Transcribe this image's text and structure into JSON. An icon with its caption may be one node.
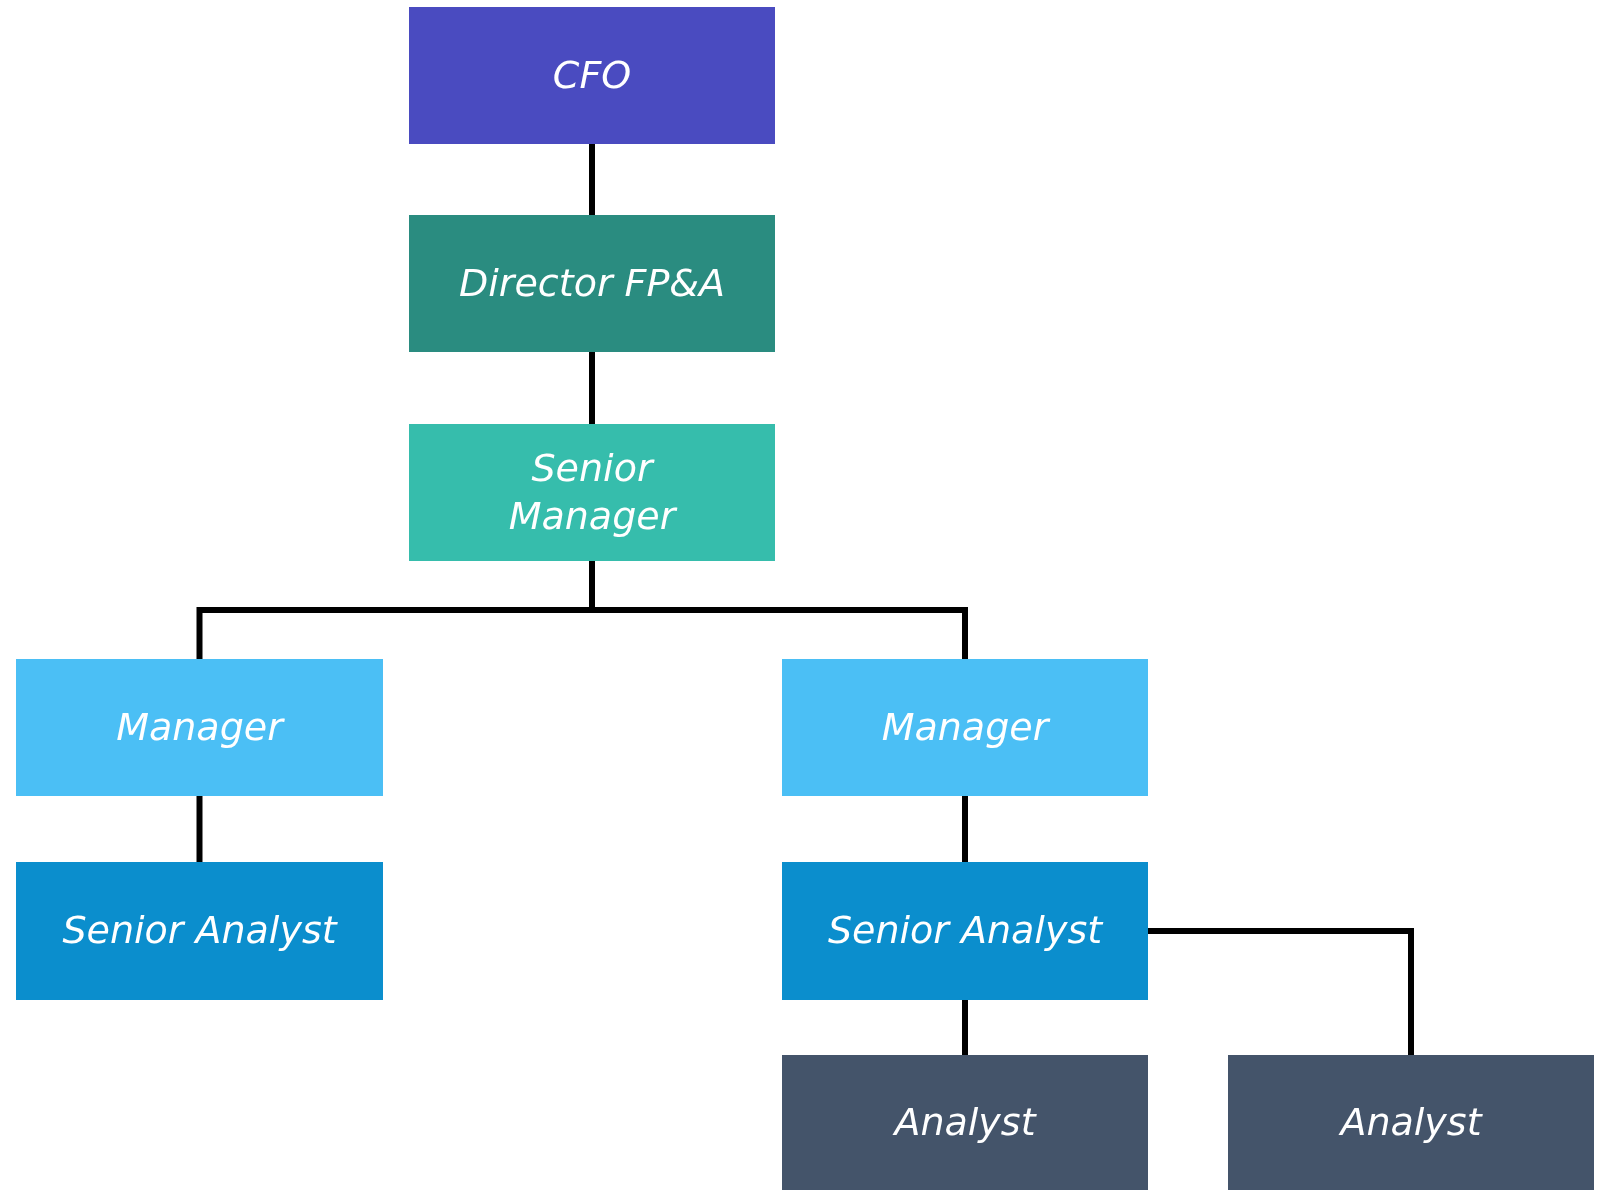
{
  "diagram": {
    "nodes": [
      {
        "text": [
          "CFO"
        ]
      },
      {
        "text": [
          "Director FP&A"
        ]
      },
      {
        "text": [
          "Senior Manager"
        ]
      },
      {
        "text": [
          "Manager"
        ]
      },
      {
        "text": [
          "Manager"
        ]
      },
      {
        "text": [
          "Senior Analyst"
        ]
      },
      {
        "text": [
          "Senior Analyst"
        ]
      },
      {
        "text": [
          "Analyst"
        ]
      },
      {
        "text": [
          "Analyst"
        ]
      }
    ],
    "edges": [
      {
        "from": 0,
        "to": 1,
        "arrow": "none"
      },
      {
        "from": 1,
        "to": 2,
        "arrow": "none"
      },
      {
        "from": 2,
        "to": 3,
        "arrow": "none"
      },
      {
        "from": 2,
        "to": 4,
        "arrow": "none"
      },
      {
        "from": 3,
        "to": 5,
        "arrow": "none"
      },
      {
        "from": 4,
        "to": 6,
        "arrow": "none"
      },
      {
        "from": 6,
        "to": 7,
        "arrow": "none"
      },
      {
        "from": 6,
        "to": 8,
        "arrow": "none"
      }
    ]
  }
}
